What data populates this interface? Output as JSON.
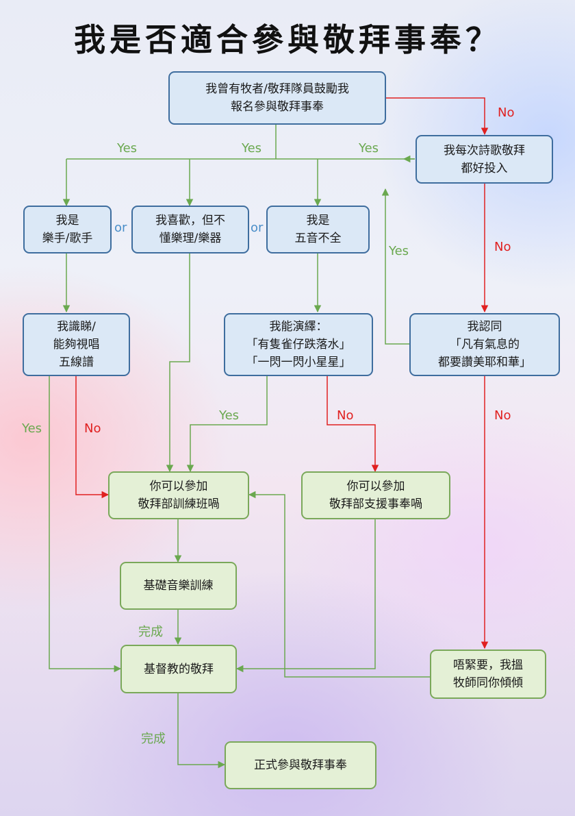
{
  "title": "我是否適合參與敬拜事奉？",
  "nodes": {
    "start": "我曾有牧者/敬拜隊員鼓勵我\n報名參與敬拜事奉",
    "devoted": "我每次詩歌敬拜\n都好投入",
    "musician": "我是\n樂手/歌手",
    "like_music": "我喜歡，但不\n懂樂理/樂器",
    "tone_deaf": "我是\n五音不全",
    "sight_read": "我識睇/\n能夠視唱\n五線譜",
    "can_sing": "我能演繹：\n「有隻雀仔跌落水」\n「一閃一閃小星星」",
    "agree": "我認同\n「凡有氣息的\n都要讚美耶和華」",
    "training_class": "你可以參加\n敬拜部訓練班喎",
    "support": "你可以參加\n敬拜部支援事奉喎",
    "basic_training": "基礎音樂訓練",
    "christian_worship": "基督教的敬拜",
    "no_worry": "唔緊要，我搵\n牧師同你傾傾",
    "formal": "正式參與敬拜事奉"
  },
  "labels": {
    "yes": "Yes",
    "no": "No",
    "or": "or",
    "done": "完成"
  },
  "colors": {
    "yes_line": "#6aa84f",
    "no_line": "#e02020",
    "blue_border": "#3e6d9e",
    "green_border": "#7aa85a"
  }
}
